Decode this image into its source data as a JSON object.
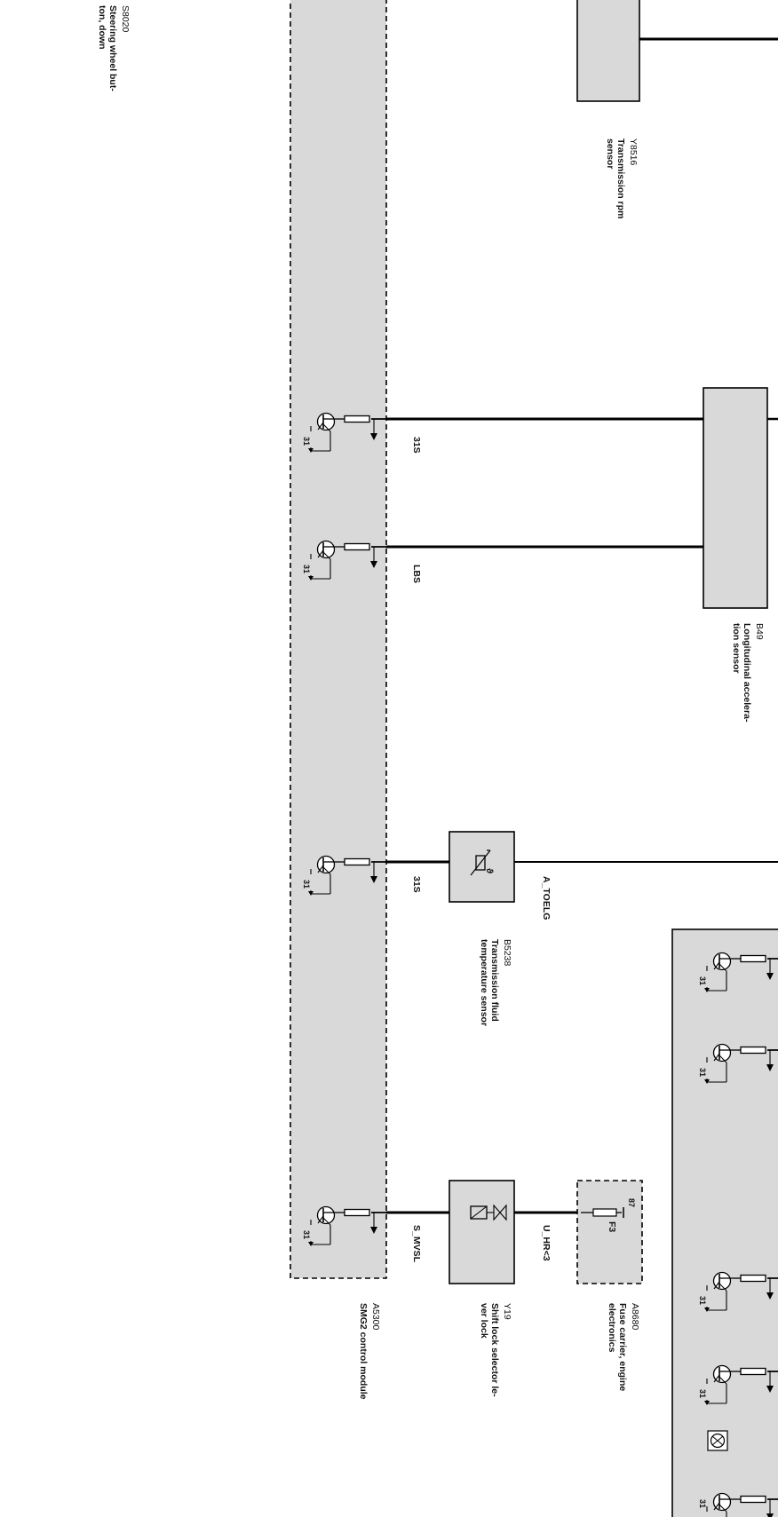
{
  "components": {
    "s8020": {
      "code": "S8020",
      "desc": [
        "Steering wheel but-",
        "ton, down"
      ]
    },
    "y8516": {
      "code": "Y8516",
      "desc": [
        "Transmission rpm",
        "sensor"
      ]
    },
    "b49": {
      "code": "B49",
      "desc": [
        "Longitudinal accelera-",
        "tion sensor"
      ]
    },
    "b5238": {
      "code": "B5238",
      "desc": [
        "Transmission fluid",
        "temperature sensor"
      ]
    },
    "y19": {
      "code": "Y19",
      "desc": [
        "Shift lock selector le-",
        "ver lock"
      ]
    },
    "a8680": {
      "code": "A8680",
      "desc": [
        "Fuse carrier, engine",
        "electronics"
      ],
      "fuse": "F3",
      "pin": "87"
    },
    "a5300": {
      "code": "A5300",
      "desc": [
        "SMG2 control module"
      ]
    }
  },
  "signals": {
    "s31_top": "31S",
    "lbs": "LBS",
    "s31_mid": "31S",
    "a_toelg": "A_TOELG",
    "s_mvsl": "S_MVSL",
    "u_hr": "U_HR<3"
  },
  "ground_label": "31",
  "thermo_mark": "ϑ"
}
